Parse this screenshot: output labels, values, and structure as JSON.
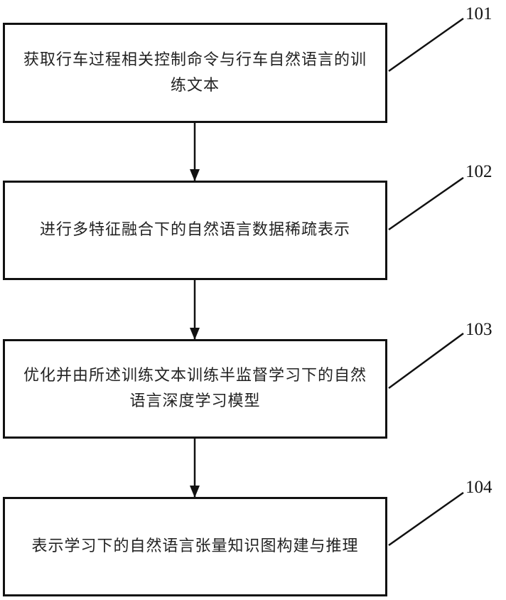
{
  "flowchart": {
    "steps": [
      {
        "id": "101",
        "text": "获取行车过程相关控制命令与行车自然语言的训练文本"
      },
      {
        "id": "102",
        "text": "进行多特征融合下的自然语言数据稀疏表示"
      },
      {
        "id": "103",
        "text": "优化并由所述训练文本训练半监督学习下的自然语言深度学习模型"
      },
      {
        "id": "104",
        "text": "表示学习下的自然语言张量知识图构建与推理"
      }
    ]
  }
}
